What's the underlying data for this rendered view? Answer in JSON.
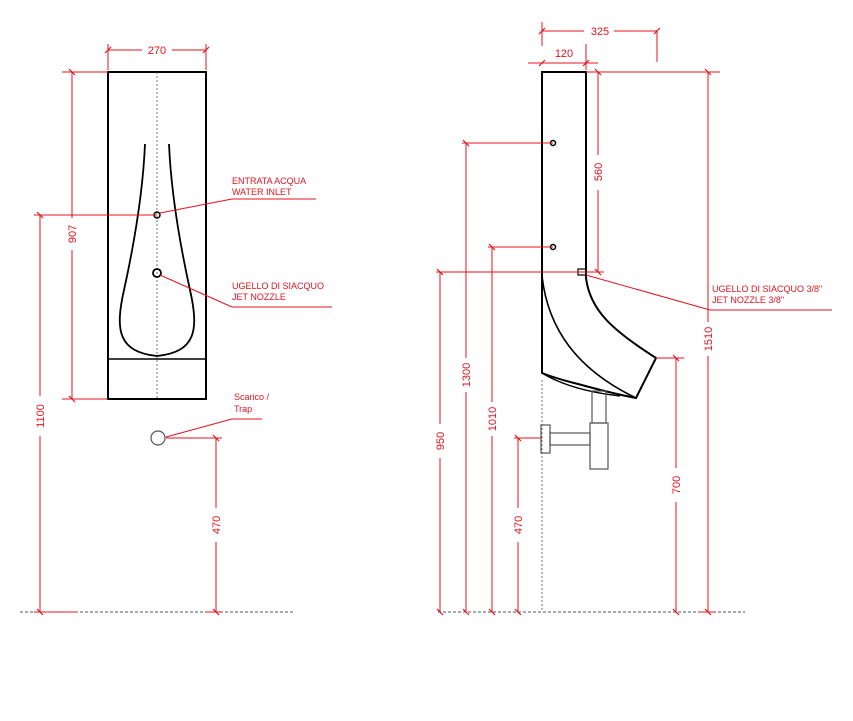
{
  "front_view": {
    "dim_width": "270",
    "dim_inlet_height": "907",
    "dim_total_height": "1100",
    "dim_trap_height": "470",
    "label_water_inlet_it": "ENTRATA ACQUA",
    "label_water_inlet_en": "WATER INLET",
    "label_jet_nozzle_it": "UGELLO DI SIACQUO",
    "label_jet_nozzle_en": "JET NOZZLE",
    "label_trap_it": "Scarico /",
    "label_trap_en": "Trap"
  },
  "side_view": {
    "dim_depth": "325",
    "dim_wall_depth": "120",
    "dim_inlet_spacing": "560",
    "dim_total_height": "1510",
    "dim_upper_inlet_height": "1300",
    "dim_lower_inlet_height": "1010",
    "dim_nozzle_height": "950",
    "dim_trap_height": "470",
    "dim_lip_height": "700",
    "label_jet_nozzle_it": "UGELLO DI SIACQUO 3/8\"",
    "label_jet_nozzle_en": "JET NOZZLE 3/8\""
  },
  "colors": {
    "dimension": "#e0141e",
    "outline": "#000000"
  }
}
